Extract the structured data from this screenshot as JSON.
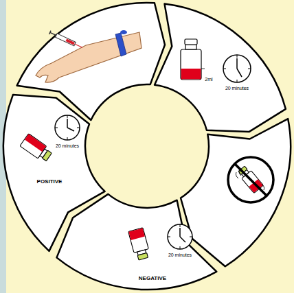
{
  "diagram": {
    "labels": [
      "2ml",
      "20 minutes",
      "20 minutes",
      "POSITIVE",
      "20 minutes",
      "NEGATIVE"
    ]
  }
}
